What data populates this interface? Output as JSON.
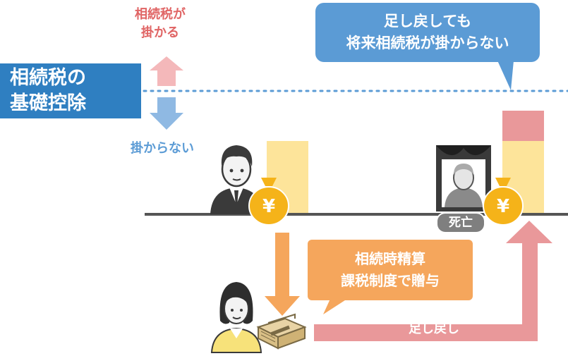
{
  "basic_deduction_label": [
    "相続税の",
    "基礎控除"
  ],
  "taxed_label": [
    "相続税が",
    "掛かる"
  ],
  "not_taxed_label": "掛からない",
  "callout_top": [
    "足し戻しても",
    "将来相続税が掛からない"
  ],
  "callout_gift": [
    "相続時精算",
    "課税制度で贈与"
  ],
  "add_back_label": "足し戻し",
  "death_label": "死亡",
  "yen_symbol": "¥",
  "colors": {
    "blue": "#2f7fc1",
    "light_blue": "#5b9bd5",
    "red": "#e06565",
    "orange": "#f5a65c",
    "pink": "#e9989a",
    "yellow": "#fde49a",
    "gold": "#f5b319"
  }
}
